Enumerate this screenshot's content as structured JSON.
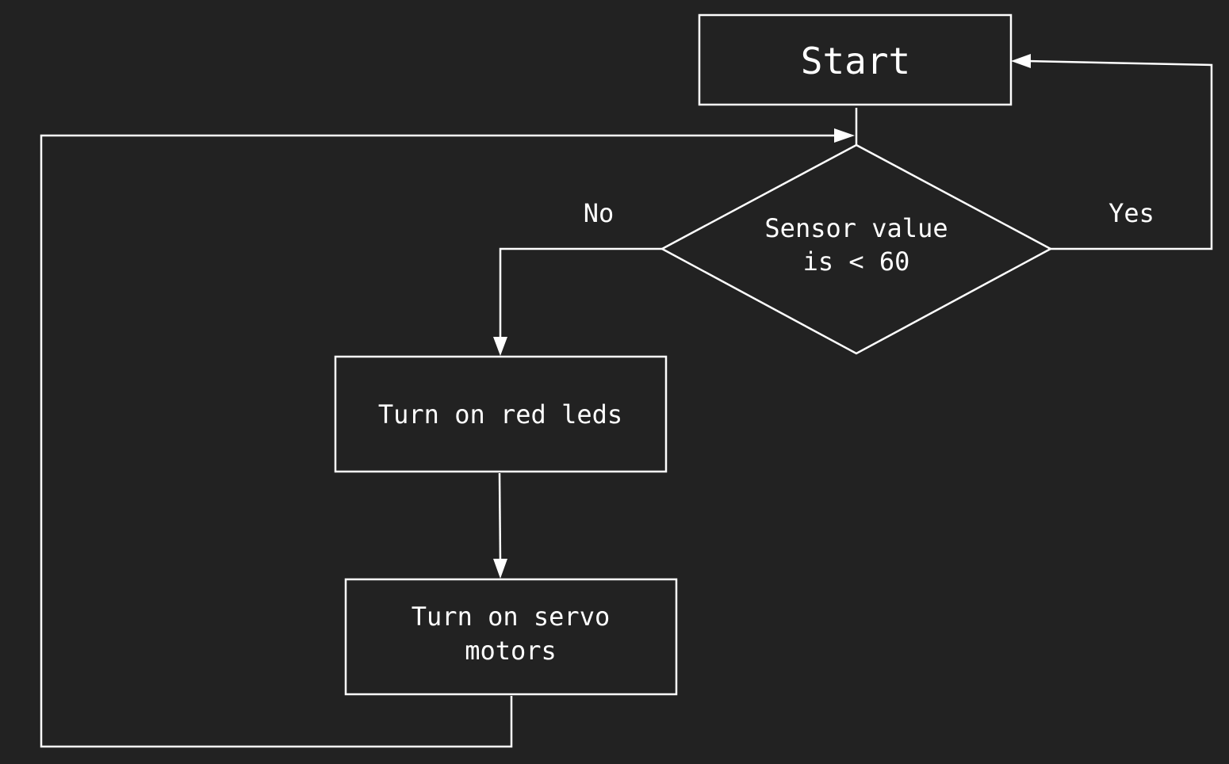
{
  "diagram": {
    "start": {
      "label": "Start"
    },
    "decision": {
      "line1": "Sensor value",
      "line2": "is < 60"
    },
    "branch_no": {
      "label": "No"
    },
    "branch_yes": {
      "label": "Yes"
    },
    "step_red_leds": {
      "label": "Turn on red leds"
    },
    "step_servo": {
      "line1": "Turn on servo",
      "line2": "motors"
    }
  },
  "colors": {
    "background": "#222222",
    "foreground": "#ffffff"
  }
}
